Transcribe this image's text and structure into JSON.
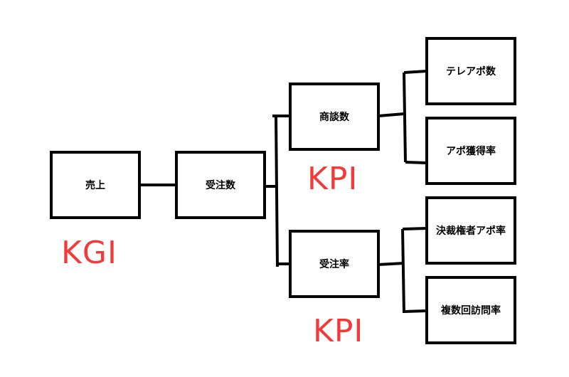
{
  "nodes": {
    "sales": "売上",
    "orders": "受注数",
    "meetings": "商談数",
    "order_rate": "受注率",
    "teleapo": "テレアポ数",
    "apo_rate": "アポ獲得率",
    "decision_maker_rate": "決裁権者アポ率",
    "revisit_rate": "複数回訪問率"
  },
  "labels": {
    "kgi": "KGI",
    "kpi_top": "KPI",
    "kpi_bottom": "KPI"
  },
  "colors": {
    "line": "#000000",
    "label": "#f23a3a"
  }
}
